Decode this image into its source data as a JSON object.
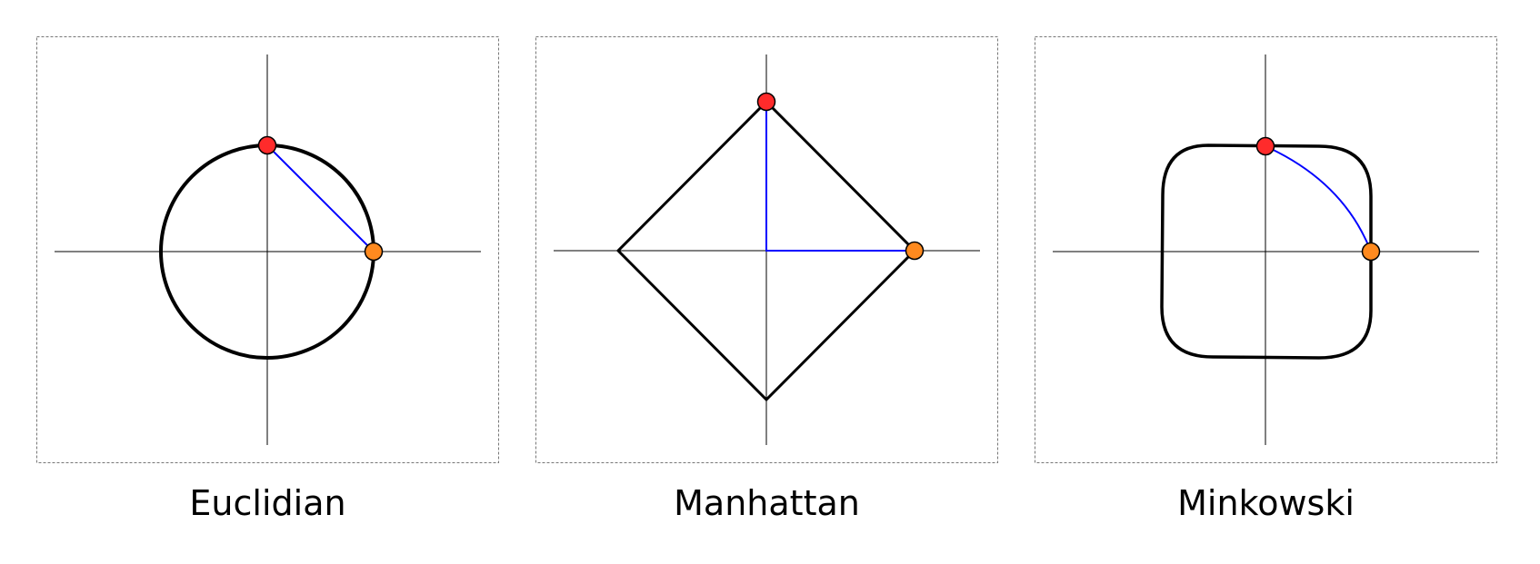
{
  "panels": [
    {
      "id": "euclidean",
      "label": "Euclidian",
      "unit_ball": "circle",
      "path_type": "straight-diagonal"
    },
    {
      "id": "manhattan",
      "label": "Manhattan",
      "unit_ball": "diamond",
      "path_type": "axis-aligned"
    },
    {
      "id": "minkowski",
      "label": "Minkowski",
      "unit_ball": "superellipse",
      "path_type": "curved"
    }
  ],
  "colors": {
    "frame_border": "#777777",
    "axis": "#000000",
    "shape_stroke": "#000000",
    "path": "#0000ff",
    "point_start": "#ff2b2b",
    "point_end": "#ff8a1f",
    "point_stroke": "#000000"
  }
}
